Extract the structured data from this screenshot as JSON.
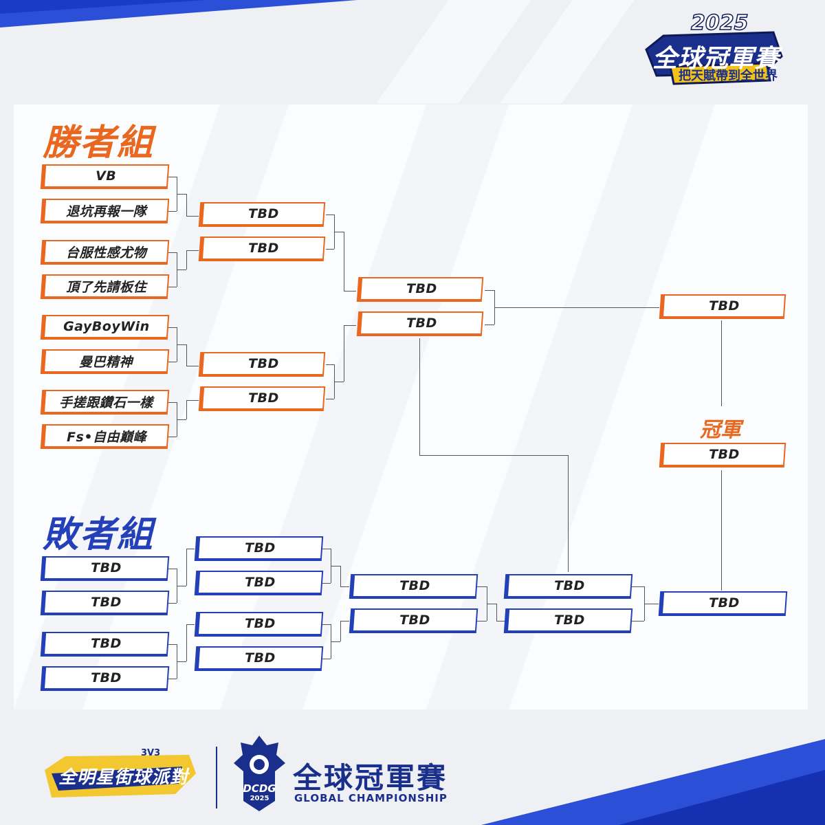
{
  "event_logo": {
    "year": "2025",
    "title": "全球冠軍賽",
    "slogan": "把天賦帶到全世界"
  },
  "winners_bracket": {
    "title": "勝者組",
    "round1": [
      "VB",
      "退坑再報一隊",
      "台服性感尤物",
      "頂了先請板住",
      "GayBoyWin",
      "曼巴精神",
      "手搓跟鑽石一樣",
      "Fs•自由巔峰"
    ],
    "round2": [
      "TBD",
      "TBD",
      "TBD",
      "TBD"
    ],
    "semifinal": [
      "TBD",
      "TBD"
    ],
    "final": "TBD"
  },
  "champion": {
    "label": "冠軍",
    "team": "TBD"
  },
  "losers_bracket": {
    "title": "敗者組",
    "round1": [
      "TBD",
      "TBD",
      "TBD",
      "TBD"
    ],
    "round2": [
      "TBD",
      "TBD",
      "TBD",
      "TBD"
    ],
    "round3": [
      "TBD",
      "TBD"
    ],
    "round4": [
      "TBD",
      "TBD"
    ],
    "final": "TBD"
  },
  "footer": {
    "game_logo_text": "全明星街球派對",
    "game_logo_sub": "3V3",
    "dcdg_badge": "DCDG",
    "dcdg_year": "2025",
    "championship_cn": "全球冠軍賽",
    "championship_en": "GLOBAL CHAMPIONSHIP"
  },
  "colors": {
    "winners": "#e9671e",
    "losers": "#2440b8",
    "connector": "#555555"
  }
}
